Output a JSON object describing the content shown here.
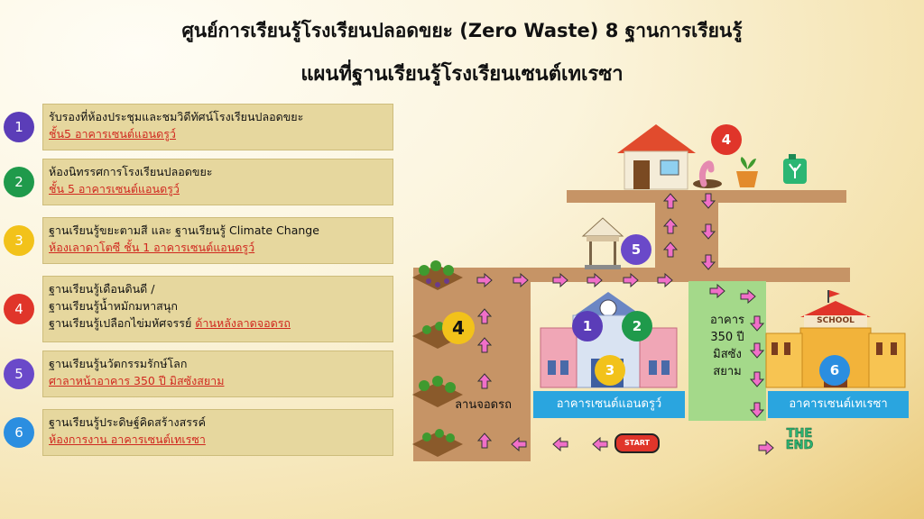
{
  "header": {
    "title_line1": "ศูนย์การเรียนรู้โรงเรียนปลอดขยะ (Zero Waste) 8 ฐานการเรียนรู้",
    "title_line2": "แผนที่ฐานเรียนรู้โรงเรียนเซนต์เทเรซา"
  },
  "stations": [
    {
      "num": "1",
      "color": "#5b3db8",
      "lines": [
        "รับรองที่ห้องประชุมและชมวิดีทัศน์โรงเรียนปลอดขยะ"
      ],
      "location": "ชั้น5 อาคารเซนต์แอนดรูว์"
    },
    {
      "num": "2",
      "color": "#1f9a4b",
      "lines": [
        "ห้องนิทรรศการโรงเรียนปลอดขยะ"
      ],
      "location": "ชั้น 5 อาคารเซนต์แอนดรูว์"
    },
    {
      "num": "3",
      "color": "#f2c21a",
      "lines": [
        "ฐานเรียนรู้ขยะตามสี และ ฐานเรียนรู้ Climate Change"
      ],
      "location": "ห้องเลาดาโตซี ชั้น 1 อาคารเซนต์แอนดรูว์"
    },
    {
      "num": "4",
      "color": "#e0352a",
      "lines": [
        "ฐานเรียนรู้เดือนดินดี /",
        "ฐานเรียนรู้น้ำหมักมหาสนุก",
        "ฐานเรียนรู้เปลือกไข่มหัศจรรย์"
      ],
      "location": "ด้านหลังลาดจอดรถ"
    },
    {
      "num": "5",
      "color": "#6a49c9",
      "lines": [
        "ฐานเรียนรู้นวัตกรรมรักษ์โลก"
      ],
      "location": "ศาลาหน้าอาคาร 350 ปี มิสซังสยาม"
    },
    {
      "num": "6",
      "color": "#2b8ee0",
      "lines": [
        "ฐานเรียนรู้ประดิษฐ์คิดสร้างสรรค์"
      ],
      "location": "ห้องการงาน อาคารเซนต์เทเรซา"
    }
  ],
  "map": {
    "parking_label": "ลานจอดรถ",
    "building_andrew": "อาคารเซนต์แอนดรูว์",
    "building_350": [
      "อาคาร",
      "350 ปี",
      "มิสซัง",
      "สยาม"
    ],
    "building_teresa": "อาคารเซนต์เทเรซา",
    "school_sign": "SCHOOL",
    "start_label": "START",
    "end_label_1": "THE",
    "end_label_2": "END",
    "badge_4_map": "4",
    "badge_4_house": "4",
    "badge_5": "5",
    "badge_1": "1",
    "badge_2": "2",
    "badge_3": "3",
    "badge_6": "6"
  },
  "colors": {
    "road": "#c69466",
    "green_zone": "#a4d98a",
    "label_bg": "#2aa5df",
    "arrow": "#f06fc8",
    "accent_red": "#d0281f"
  }
}
